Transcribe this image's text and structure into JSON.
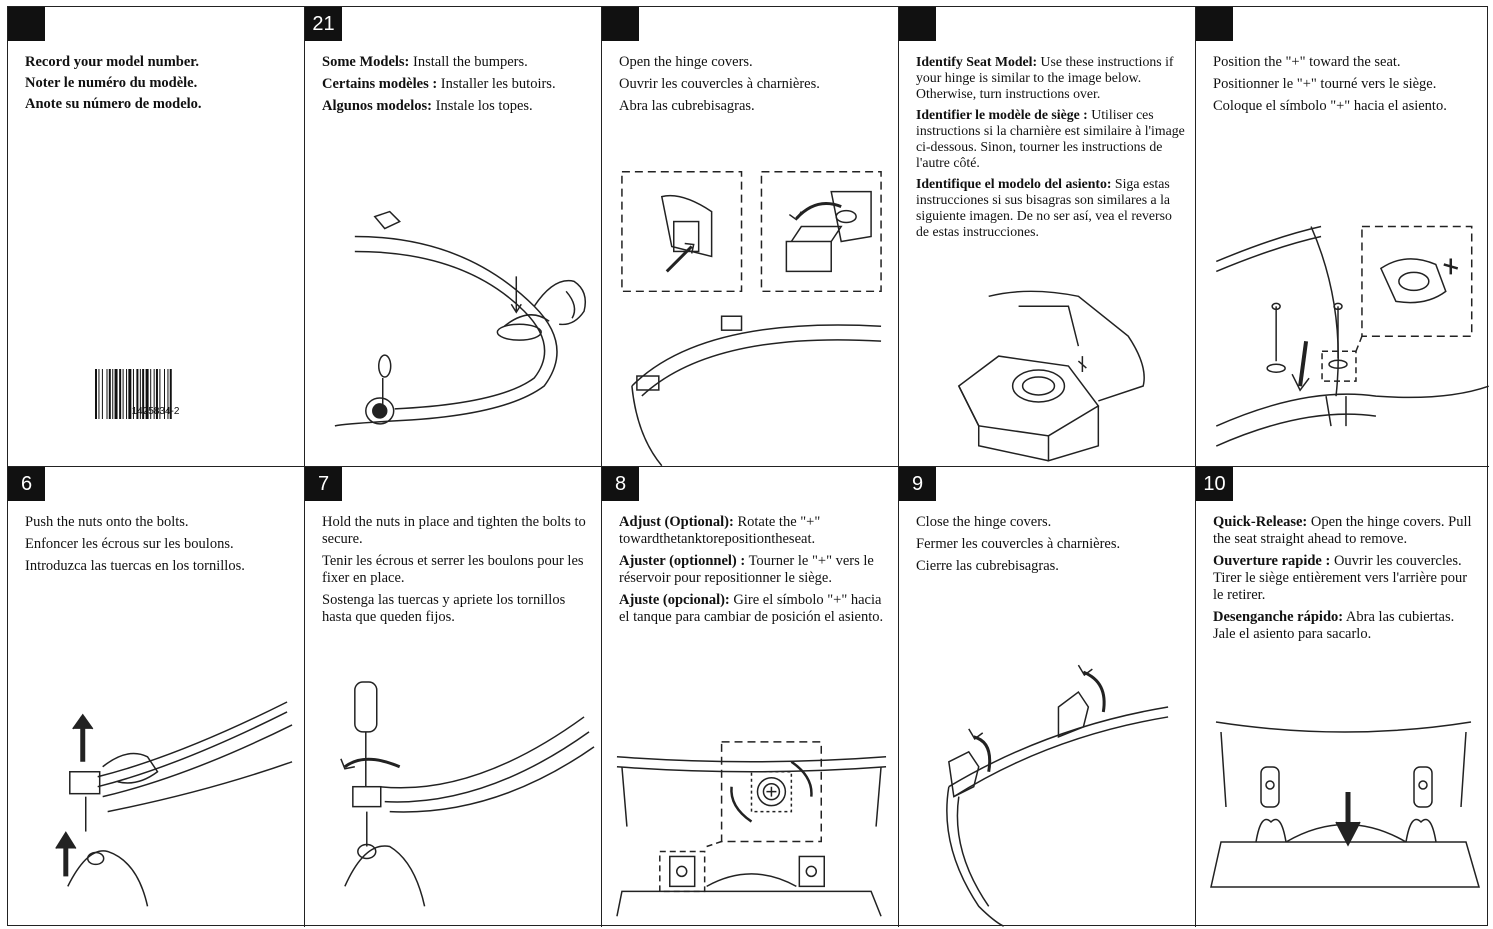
{
  "panels": [
    {
      "number": "",
      "lines": [
        "Record your model number.",
        "Noter le numéro du modèle.",
        "Anote su número de modelo."
      ],
      "barcode": "1425834-2"
    },
    {
      "number": "21",
      "items": [
        {
          "bold": "Some Models:",
          "text": " Install the bumpers."
        },
        {
          "bold": "Certains modèles :",
          "text": " Installer les butoirs."
        },
        {
          "bold": "Algunos modelos:",
          "text": " Instale los topes."
        }
      ]
    },
    {
      "number": "",
      "lines": [
        "Open the hinge covers.",
        "Ouvrir les couvercles à charnières.",
        "Abra las cubrebisagras."
      ]
    },
    {
      "number": "",
      "items": [
        {
          "bold": "Identify Seat Model:",
          "text": " Use these instructions if your hinge is similar to the image below. Otherwise, turn instructions over."
        },
        {
          "bold": "Identifier le modèle de siège :",
          "text": " Utiliser ces instructions si la charnière est similaire à l'image ci-dessous. Sinon, tourner les instructions de l'autre côté."
        },
        {
          "bold": "Identifique el modelo del asiento:",
          "text": " Siga estas instrucciones si sus bisagras son similares a la siguiente imagen. De no ser así, vea el reverso de estas instrucciones."
        }
      ]
    },
    {
      "number": "",
      "lines": [
        "Position the \"+\" toward the seat.",
        "Positionner le \"+\" tourné vers le siège.",
        "Coloque el símbolo \"+\" hacia el asiento."
      ]
    },
    {
      "number": "6",
      "lines": [
        "Push the nuts onto the bolts.",
        "Enfoncer les écrous sur les boulons.",
        "Introduzca las tuercas en los tornillos."
      ]
    },
    {
      "number": "7",
      "lines": [
        "Hold the nuts in place and tighten the bolts to secure.",
        "Tenir les écrous et serrer les boulons pour les fixer en place.",
        "Sostenga las tuercas y apriete los tornillos hasta que queden fijos."
      ]
    },
    {
      "number": "8",
      "items": [
        {
          "bold": "Adjust (Optional):",
          "text": " Rotate the \"+\" towardthetanktorepositiontheseat."
        },
        {
          "bold": "Ajuster (optionnel) :",
          "text": " Tourner le \"+\" vers le réservoir pour repositionner le siège."
        },
        {
          "bold": "Ajuste (opcional):",
          "text": " Gire el símbolo \"+\" hacia el tanque para cambiar de posición el asiento."
        }
      ]
    },
    {
      "number": "9",
      "lines": [
        "Close the hinge covers.",
        "Fermer les couvercles à charnières.",
        "Cierre las cubrebisagras."
      ]
    },
    {
      "number": "10",
      "items": [
        {
          "bold": "Quick-Release:",
          "text": " Open the hinge covers. Pull the seat straight ahead to remove."
        },
        {
          "bold": "Ouverture rapide :",
          "text": " Ouvrir les couvercles. Tirer le siège entièrement vers l'arrière pour le retirer."
        },
        {
          "bold": "Desenganche rápido:",
          "text": " Abra las cubiertas. Jale el asiento para sacarlo."
        }
      ]
    }
  ]
}
